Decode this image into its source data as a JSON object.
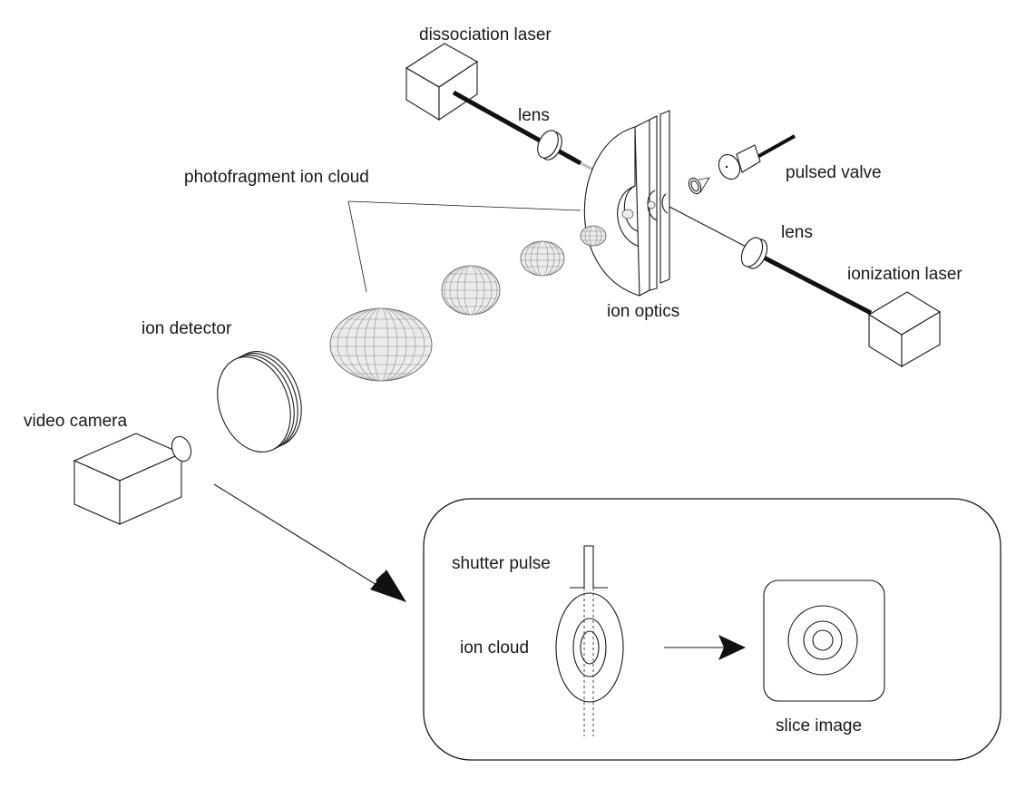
{
  "labels": {
    "dissociation_laser": "dissociation laser",
    "lens_top": "lens",
    "pulsed_valve": "pulsed valve",
    "photofragment_ion_cloud": "photofragment ion cloud",
    "lens_right": "lens",
    "ionization_laser": "ionization laser",
    "ion_optics": "ion optics",
    "ion_detector": "ion detector",
    "video_camera": "video camera",
    "shutter_pulse": "shutter pulse",
    "ion_cloud": "ion cloud",
    "slice_image": "slice image"
  }
}
